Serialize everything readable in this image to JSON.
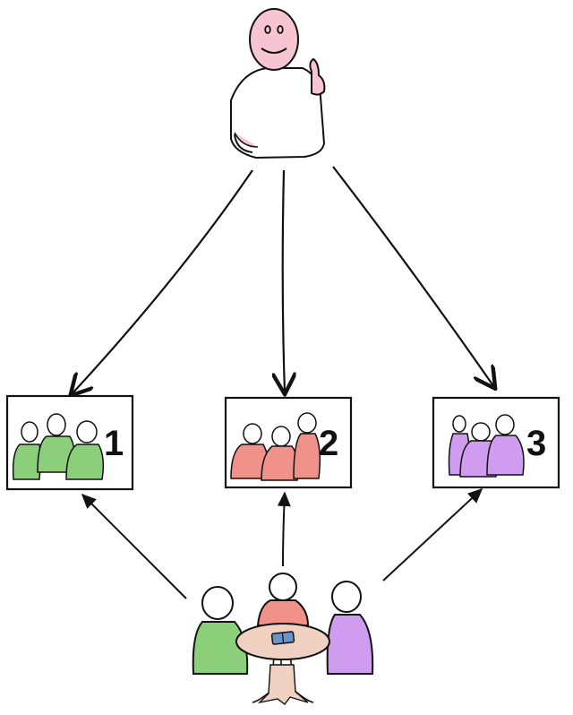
{
  "rooms": [
    {
      "number": "1",
      "color": "#8ccf7a"
    },
    {
      "number": "2",
      "color": "#f0928a"
    },
    {
      "number": "3",
      "color": "#cf9cf0"
    }
  ],
  "colors": {
    "stroke": "#111111",
    "teacher_face": "#f7c4d2",
    "shirt_white": "#ffffff",
    "table": "#f1d2c2",
    "book_blue": "#6a93c7"
  },
  "icons": [
    "teacher-figure",
    "group-icon",
    "table-icon",
    "arrow"
  ]
}
